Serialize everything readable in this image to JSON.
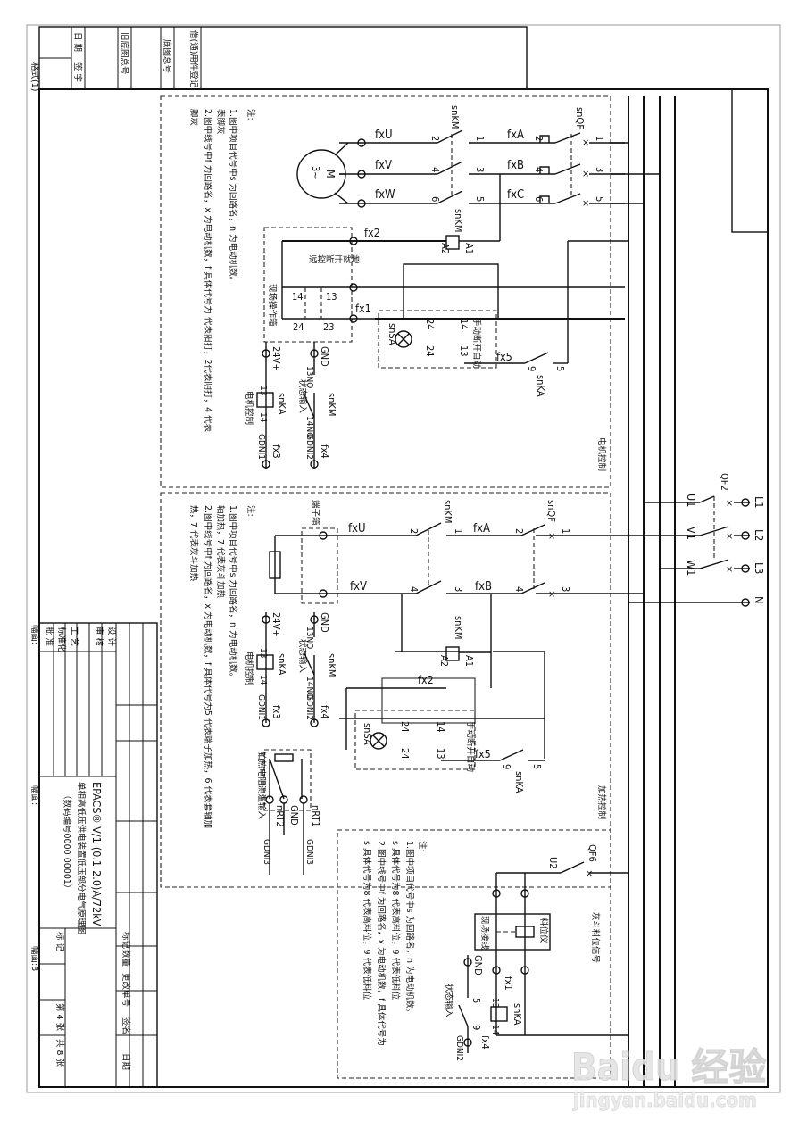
{
  "sheet": {
    "page_label_left": "格式(1)",
    "bottom_labels": [
      "幅面:",
      "幅面:",
      "幅面:3"
    ],
    "top_header_cells": [
      "日 期",
      "签 字",
      "旧底图总号",
      "底图总号",
      "借(通)用件登记"
    ]
  },
  "title_block": {
    "product": "EPACS®-V/1-(0.1-2.0)A/72kV",
    "drawing_name": "单相高低压供电装置低压部分电气原理图",
    "code": "（数码编号0000 00001）",
    "roles": [
      "设 计",
      "审 核",
      "工 艺",
      "标准化",
      "批 准"
    ],
    "marks": [
      "标记",
      "数量",
      "更改单号",
      "签名",
      "日期"
    ],
    "stage_label": "标 记",
    "sheet_no": "第 4 张",
    "sheet_total": "共 8 张"
  },
  "power_input": {
    "breaker": "QF2",
    "terminals": [
      "L1",
      "L2",
      "L3",
      "N"
    ],
    "phases": [
      "U1",
      "V1",
      "W1"
    ]
  },
  "section_motor": {
    "title": "电机控制",
    "breaker": "snQF",
    "contactor": "snKM",
    "relay": "snKA",
    "motor": "M",
    "motor_sub": "3~",
    "phase_in": [
      "fxA",
      "fxB",
      "fxC"
    ],
    "phase_out": [
      "fxU",
      "fxV",
      "fxW"
    ],
    "breaker_pins_line": [
      "1",
      "3",
      "5"
    ],
    "breaker_pins_load": [
      "2",
      "4",
      "6"
    ],
    "km_pins_line": [
      "1",
      "3",
      "5"
    ],
    "km_pins_load": [
      "2",
      "4",
      "6"
    ],
    "coil_pins": [
      "A1",
      "A2"
    ],
    "wires": [
      "fx2",
      "fx1",
      "fx5"
    ],
    "local_box": "现场操作箱",
    "local_switch": "远控断开就地",
    "local_pins": [
      "14",
      "13",
      "24",
      "23"
    ],
    "selector": "snSA",
    "selector_label": "手动断开自动",
    "selector_pins": [
      "14",
      "13",
      "24",
      "24"
    ],
    "ka_pins": [
      "9",
      "5"
    ],
    "dc_terms": [
      "24V+",
      "GND"
    ],
    "status_input": "状态输入",
    "no_pins": [
      "13NO",
      "14NO"
    ],
    "coil_label": "电机控制",
    "coil_pins_ka": [
      "13",
      "14"
    ],
    "outputs": [
      "fx3",
      "fx4"
    ],
    "gdni": [
      "GDNI1",
      "GDNI2"
    ],
    "notes_title": "注:",
    "notes": [
      "1.图中项目代号中s 为回路名，n 为电动机数。",
      "2.图中线号中f 为回路名，x 为电动机数，f 具体代号为 代表阳打，2代表阴打，4 代表",
      "表脚灰",
      "脚灰"
    ]
  },
  "section_heater": {
    "title": "加热控制",
    "breaker": "snQF",
    "contactor": "snKM",
    "relay": "snKA",
    "terminal_box": "端子箱",
    "phase_in": [
      "fxA",
      "fxB"
    ],
    "phase_out": [
      "fxU",
      "fxV"
    ],
    "pins_line": [
      "1",
      "3"
    ],
    "pins_load": [
      "2",
      "4"
    ],
    "coil_pins": [
      "A1",
      "A2"
    ],
    "wires": [
      "fx2",
      "fx5"
    ],
    "selector": "snSA",
    "selector_label": "手动断开自动",
    "selector_pins": [
      "14",
      "13",
      "24",
      "24"
    ],
    "ka_pins": [
      "9",
      "5"
    ],
    "dc_terms": [
      "24V+",
      "GND"
    ],
    "status_input": "状态输入",
    "no_pins": [
      "13NO",
      "14NO"
    ],
    "coil_label": "电机控制",
    "coil_pins_ka": [
      "13",
      "14"
    ],
    "outputs": [
      "fx3",
      "fx4"
    ],
    "gdni": [
      "GDNI1",
      "GDNI2",
      "GDNI3",
      "GDNI3"
    ],
    "rtd_box": "铂热电阻测温输入",
    "rtd_terms": [
      "nRT1",
      "GND",
      "nRT2"
    ],
    "notes_title": "注:",
    "notes": [
      "1.图中项目代号中s 为回路名，n 为电动机数。",
      "2.图中线号中f 为回路名，x 为电动机数，f 具体代号为5 代表端子加热，6 代表套轴加",
      "轴加热，7 代表灰斗加热",
      "热，7 代表灰斗加热"
    ]
  },
  "section_level": {
    "title": "灰斗料位信号",
    "breaker": "QF6",
    "phase": "U2",
    "meter": "料位仪",
    "field_wiring": "现场接线",
    "gnd": "GND",
    "wire": "fx1",
    "relay": "snKA",
    "relay_pins": [
      "13",
      "14"
    ],
    "contact_pins": [
      "5",
      "9"
    ],
    "status_input": "状态输入",
    "output": "fx4",
    "gdni": "GDNI2",
    "notes_title": "注:",
    "notes": [
      "1.图中项目代号中s 为回路名，n 为电动机数。",
      "s 具体代号为8 代表高料位，9 代表低料位",
      "2.图中线号中f 为回路名，x 为电动机数，f 具体代号为",
      "s 具体代号为8 代表高料位，9 代表低料位"
    ]
  },
  "watermark": {
    "brand": "Baidu 经验",
    "url": "jingyan.baidu.com"
  }
}
